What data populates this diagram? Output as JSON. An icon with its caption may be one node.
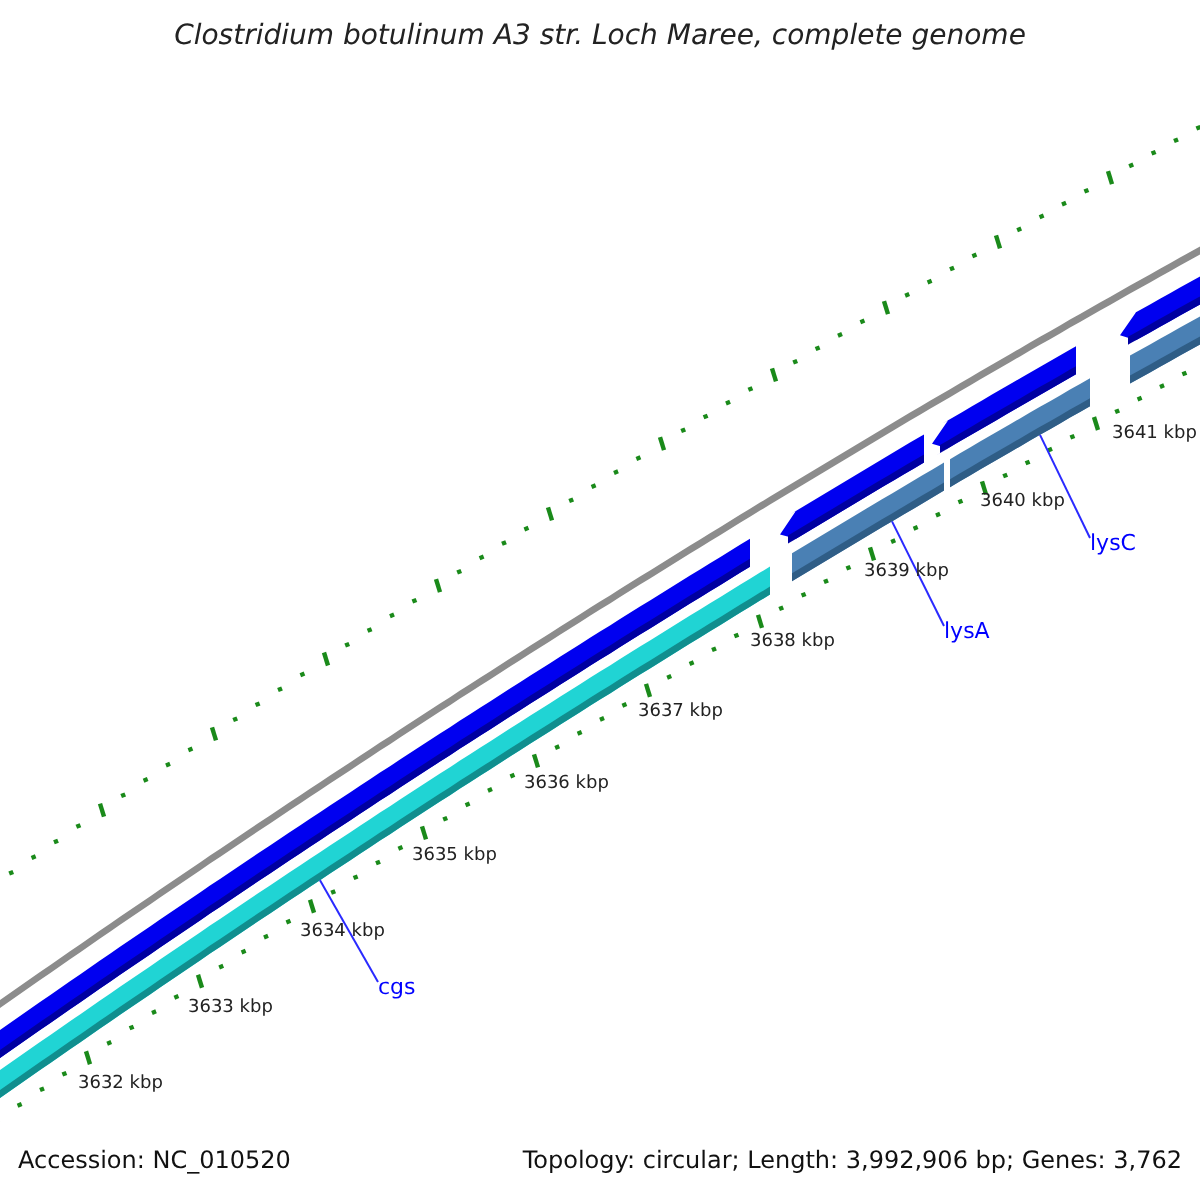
{
  "diagram": {
    "title": "Clostridium botulinum A3 str. Loch Maree, complete genome",
    "nodes": [
      {
        "text": [
          "cgs"
        ]
      },
      {
        "text": [],
        "shape": "bar"
      },
      {
        "text": [
          "lysA"
        ]
      },
      {
        "text": [],
        "shape": "bar"
      },
      {
        "text": [
          "lysC"
        ]
      },
      {
        "text": [],
        "shape": "bar"
      }
    ],
    "edges": [
      {
        "from": 0,
        "to": 1,
        "arrow": "none"
      },
      {
        "from": 2,
        "to": 3,
        "arrow": "none"
      },
      {
        "from": 4,
        "to": 5,
        "arrow": "none"
      }
    ],
    "labels": [
      "3641 kbp",
      "3640 kbp",
      "3639 kbp",
      "3638 kbp",
      "3637 kbp",
      "3636 kbp",
      "3635 kbp",
      "3634 kbp",
      "3633 kbp",
      "3632 kbp",
      "Accession: NC_010520",
      "Topology: circular; Length: 3,992,906 bp; Genes: 3,762"
    ]
  }
}
